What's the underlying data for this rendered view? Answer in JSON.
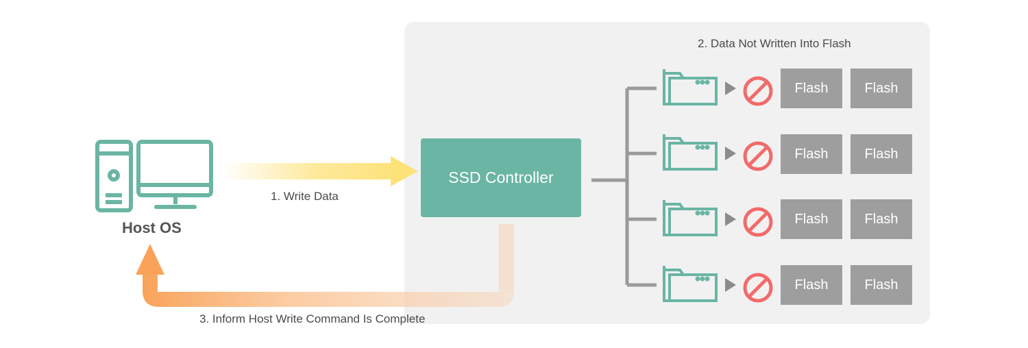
{
  "host": {
    "title": "Host OS"
  },
  "controller": {
    "label": "SSD Controller"
  },
  "steps": {
    "write": "1. Write Data",
    "not_written": "2. Data Not Written Into Flash",
    "inform": "3. Inform Host Write Command Is Complete"
  },
  "flash_label": "Flash",
  "channels": [
    {
      "flash": [
        "Flash",
        "Flash"
      ]
    },
    {
      "flash": [
        "Flash",
        "Flash"
      ]
    },
    {
      "flash": [
        "Flash",
        "Flash"
      ]
    },
    {
      "flash": [
        "Flash",
        "Flash"
      ]
    }
  ],
  "colors": {
    "teal": "#6ab5a4",
    "panel": "#f1f1f1",
    "flash": "#9e9e9e",
    "blocked": "#f26a6a",
    "write_arrow": "#fde27a",
    "return_arrow": "#f9a35a",
    "connector": "#9a9a9a"
  },
  "icons": {
    "host": "desktop-computer-icon",
    "buffer": "folder-icon",
    "blocked": "prohibited-icon",
    "pointer": "triangle-right-icon"
  }
}
